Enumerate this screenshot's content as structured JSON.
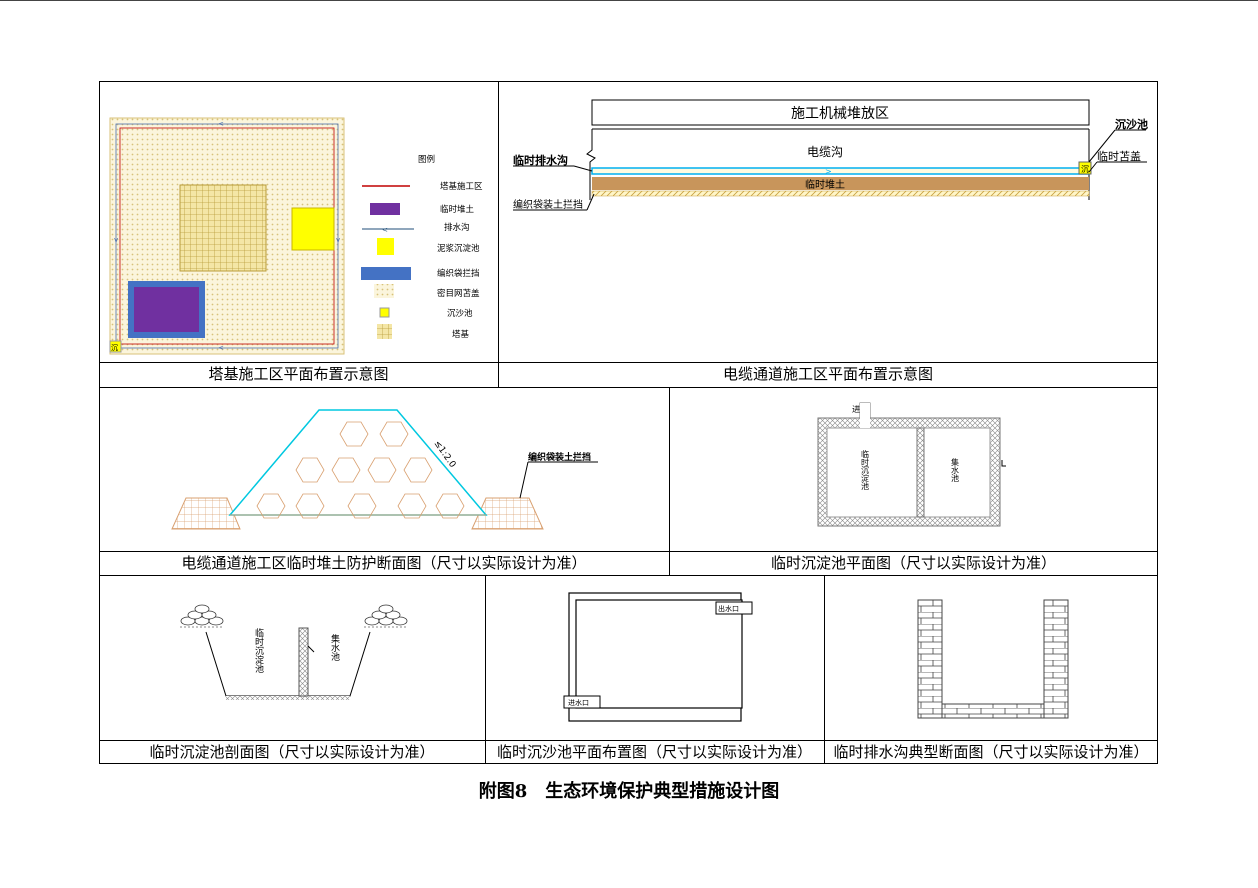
{
  "page_title": "附图8　生态环境保护典型措施设计图",
  "panels": {
    "tower_plan": {
      "caption": "塔基施工区平面布置示意图",
      "legend": {
        "title": "图例",
        "items": [
          "塔基施工区",
          "临时堆土",
          "排水沟",
          "泥浆沉淀池",
          "编织袋拦挡",
          "密目网苫盖",
          "沉沙池",
          "塔基"
        ]
      },
      "corner_mark": "沉"
    },
    "cable_plan": {
      "caption": "电缆通道施工区平面布置示意图",
      "labels": {
        "machinery_area": "施工机械堆放区",
        "sand_basin": "沉沙池",
        "drain_ditch": "临时排水沟",
        "cable_trench": "电缆沟",
        "temp_cover": "临时苫盖",
        "temp_spoil": "临时堆土",
        "bag_barrier": "编织袋装土拦挡",
        "basin_mark": "沉"
      }
    },
    "spoil_section": {
      "caption": "电缆通道施工区临时堆土防护断面图（尺寸以实际设计为准）",
      "slope": "≤1:2.0",
      "bag_barrier": "编织袋装土拦挡"
    },
    "settling_plan": {
      "caption": "临时沉淀池平面图（尺寸以实际设计为准）",
      "inlet": "进",
      "left_basin": "临时沉淀池",
      "right_basin": "集水池"
    },
    "settling_section": {
      "caption": "临时沉淀池剖面图（尺寸以实际设计为准）",
      "left_label": "临时沉淀池",
      "right_label": "集水池"
    },
    "sand_basin_plan": {
      "caption": "临时沉沙池平面布置图（尺寸以实际设计为准）",
      "outlet": "出水口",
      "inlet": "进水口"
    },
    "ditch_section": {
      "caption": "临时排水沟典型断面图（尺寸以实际设计为准）"
    }
  },
  "colors": {
    "spoil_purple": "#7030a0",
    "barrier_blue": "#4472c4",
    "basin_yellow": "#ffff00",
    "drain_cyan": "#00b0f0",
    "tower_red": "#c00000",
    "cover_tan": "#f4e4b0",
    "soil_brown": "#c8955b"
  }
}
